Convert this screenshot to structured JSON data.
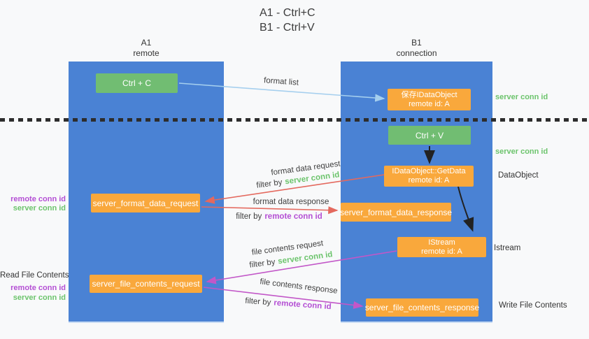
{
  "title": {
    "line1": "A1 - Ctrl+C",
    "line2": "B1 - Ctrl+V"
  },
  "lanes": {
    "left": {
      "name": "A1",
      "role": "remote"
    },
    "right": {
      "name": "B1",
      "role": "connection"
    }
  },
  "boxes": {
    "ctrl_c": {
      "label": "Ctrl + C"
    },
    "save_dataobject": {
      "line1": "保存IDataObject",
      "line2": "remote id: A"
    },
    "ctrl_v": {
      "label": "Ctrl + V"
    },
    "getdata": {
      "line1": "IDataObject::GetData",
      "line2": "remote id: A"
    },
    "format_request": {
      "label": "server_format_data_request"
    },
    "format_response": {
      "label": "server_format_data_response"
    },
    "istream": {
      "line1": "IStream",
      "line2": "remote id: A"
    },
    "file_request": {
      "label": "server_file_contents_request"
    },
    "file_response": {
      "label": "server_file_contents_response"
    }
  },
  "right_annotations": {
    "server_conn_id_top": "server conn id",
    "server_conn_id_mid": "server conn id",
    "dataobject": "DataObject",
    "istream": "Istream",
    "write_file_contents": "Write File Contents"
  },
  "left_annotations": {
    "remote_conn_id_top": "remote conn id",
    "server_conn_id_top": "server conn id",
    "read_file_contents": "Read File Contents",
    "remote_conn_id_bottom": "remote conn id",
    "server_conn_id_bottom": "server conn id"
  },
  "flow_labels": {
    "format_list": "format list",
    "format_data_request": "format data request",
    "format_data_request_filter_prefix": "filter by",
    "format_data_request_filter_key": "server conn id",
    "format_data_response": "format data response",
    "format_data_response_filter_prefix": "filter by",
    "format_data_response_filter_key": "remote conn id",
    "file_contents_request": "file contents request",
    "file_contents_request_filter_prefix": "filter by",
    "file_contents_request_filter_key": "server conn id",
    "file_contents_response": "file contents response",
    "file_contents_response_filter_prefix": "filter by",
    "file_contents_response_filter_key": "remote conn id"
  },
  "colors": {
    "lane_fill": "#4a82d4",
    "action_box_green": "#71bd72",
    "object_box_orange": "#f9a83c",
    "server_conn_id_green": "#6cc46c",
    "remote_conn_id_purple": "#b44fd4",
    "arrow_red": "#e4695e",
    "arrow_purple": "#c257c8",
    "arrow_light_blue": "#a5cfee",
    "arrow_black": "#222222"
  }
}
